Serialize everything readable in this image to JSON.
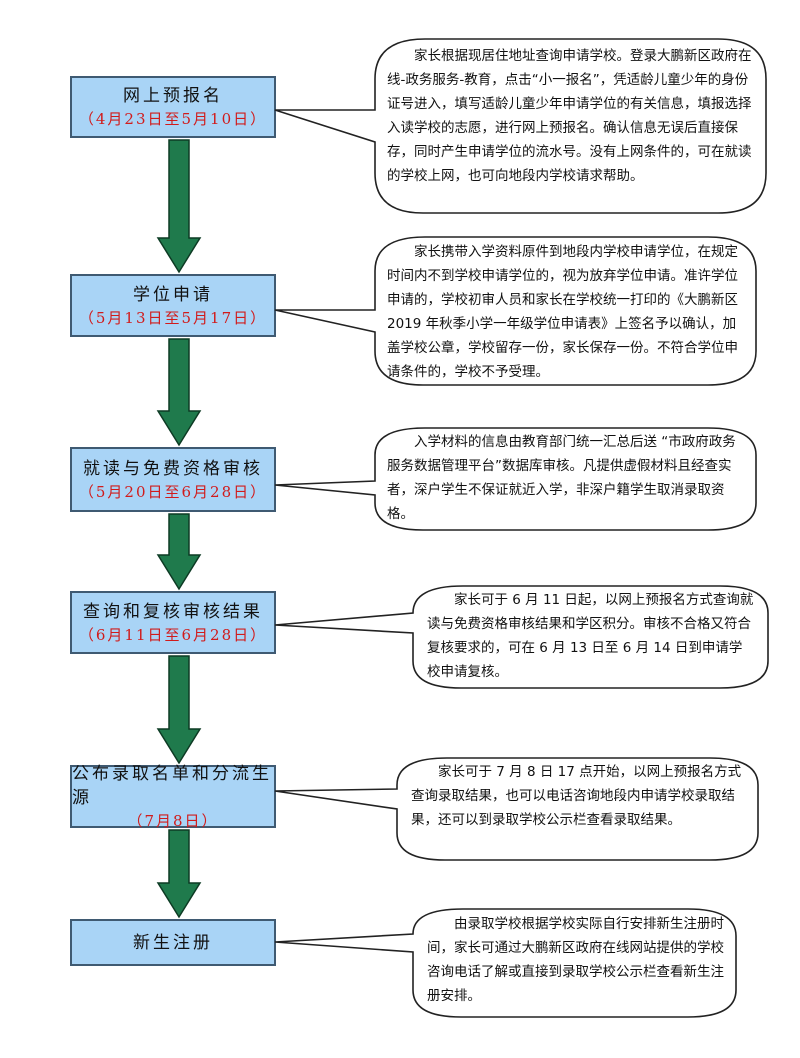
{
  "steps": [
    {
      "title": "网上预报名",
      "date": "（4月23日至5月10日）"
    },
    {
      "title": "学位申请",
      "date": "（5月13日至5月17日）"
    },
    {
      "title": "就读与免费资格审核",
      "date": "（5月20日至6月28日）"
    },
    {
      "title": "查询和复核审核结果",
      "date": "（6月11日至6月28日）"
    },
    {
      "title": "公布录取名单和分流生源",
      "date": "（7月8日）"
    },
    {
      "title": "新生注册",
      "date": ""
    }
  ],
  "notes": [
    "家长根据现居住地址查询申请学校。登录大鹏新区政府在线-政务服务-教育，点击“小一报名”，凭适龄儿童少年的身份证号进入，填写适龄儿童少年申请学位的有关信息，填报选择入读学校的志愿，进行网上预报名。确认信息无误后直接保存，同时产生申请学位的流水号。没有上网条件的，可在就读的学校上网，也可向地段内学校请求帮助。",
    "家长携带入学资料原件到地段内学校申请学位，在规定时间内不到学校申请学位的，视为放弃学位申请。准许学位申请的，学校初审人员和家长在学校统一打印的《大鹏新区 2019 年秋季小学一年级学位申请表》上签名予以确认，加盖学校公章，学校留存一份，家长保存一份。不符合学位申请条件的，学校不予受理。",
    "入学材料的信息由教育部门统一汇总后送 “市政府政务服务数据管理平台”数据库审核。凡提供虚假材料且经查实者，深户学生不保证就近入学，非深户籍学生取消录取资格。",
    "家长可于 6 月 11 日起，以网上预报名方式查询就读与免费资格审核结果和学区积分。审核不合格又符合复核要求的，可在 6 月 13 日至 6 月 14 日到申请学校申请复核。",
    "家长可于 7 月 8 日 17 点开始，以网上预报名方式查询录取结果，也可以电话咨询地段内申请学校录取结果，还可以到录取学校公示栏查看录取结果。",
    "由录取学校根据学校实际自行安排新生注册时间，家长可通过大鹏新区政府在线网站提供的学校咨询电话了解或直接到录取学校公示栏查看新生注册安排。"
  ],
  "colors": {
    "box_fill": "#a9d4f6",
    "box_border": "#3f5a72",
    "date_text": "#d11b1b",
    "arrow": "#1f7a4c",
    "arrow_outline": "#0d3b24"
  }
}
